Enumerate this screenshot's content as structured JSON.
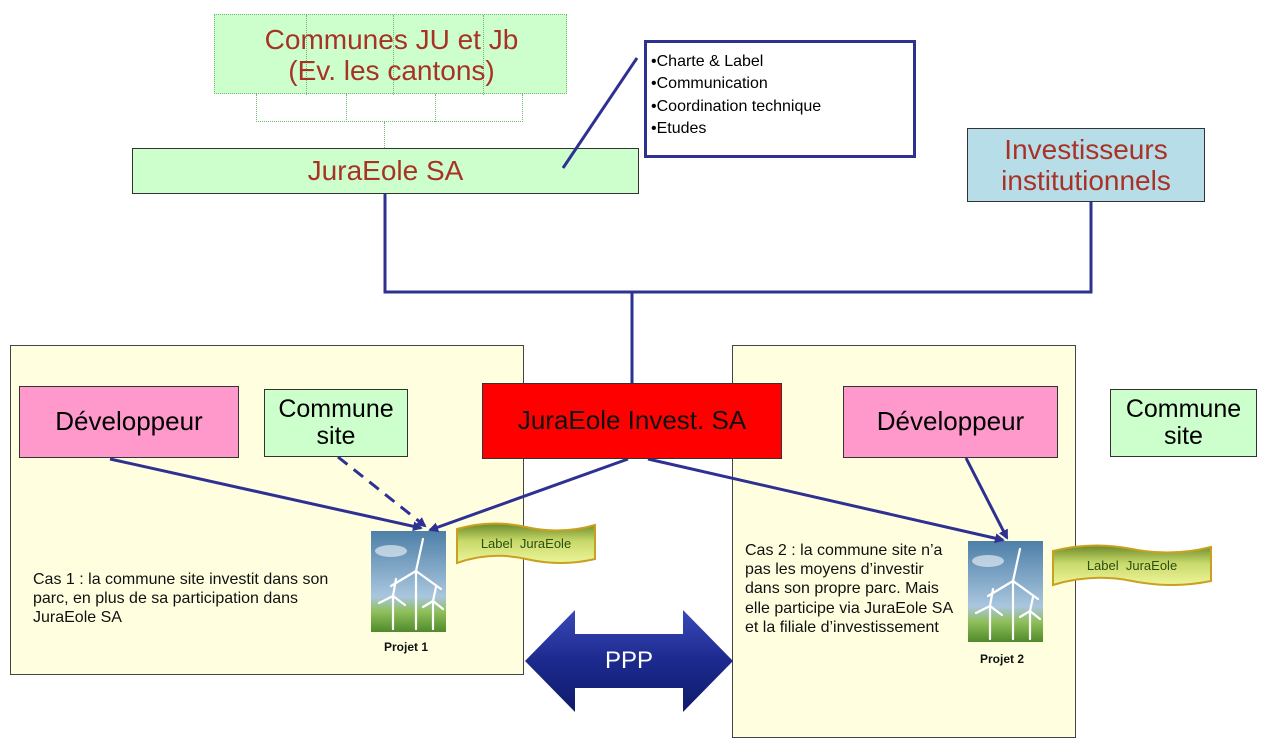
{
  "top": {
    "communes": {
      "line1": "Communes JU et Jb",
      "line2": "(Ev. les cantons)"
    },
    "juraeole_sa": "JuraEole SA",
    "investisseurs": {
      "line1": "Investisseurs",
      "line2": "institutionnels"
    },
    "callout_items": [
      "Charte & Label",
      "Communication",
      "Coordination technique",
      "Etudes"
    ]
  },
  "center": {
    "juraeole_invest": "JuraEole Invest. SA",
    "ppp": "PPP"
  },
  "left_panel": {
    "developpeur": "Développeur",
    "commune": {
      "line1": "Commune",
      "line2": "site"
    },
    "label": "Label  JuraEole",
    "project": "Projet 1",
    "caption": "Cas 1 : la commune site investit dans son parc, en plus de sa participation dans JuraEole SA"
  },
  "right_panel": {
    "developpeur": "Développeur",
    "commune": {
      "line1": "Commune",
      "line2": "site"
    },
    "label": "Label  JuraEole",
    "project": "Projet 2",
    "caption": "Cas 2 : la commune site n’a pas les moyens d’investir dans son propre parc. Mais elle participe via JuraEole SA et la filiale d’investissement"
  },
  "colors": {
    "connector": "#2e3192",
    "arrow_ppp": "#1f2a8c",
    "red": "#ff0000",
    "pink": "#ff99cc",
    "green": "#ccffcc",
    "teal": "#b7dde8",
    "panel": "#ffffe0",
    "label_text": "#a83226"
  },
  "icons": [
    "wind-turbine-icon",
    "wind-turbine-icon",
    "label-scroll-icon",
    "label-scroll-icon",
    "double-arrow-icon"
  ]
}
